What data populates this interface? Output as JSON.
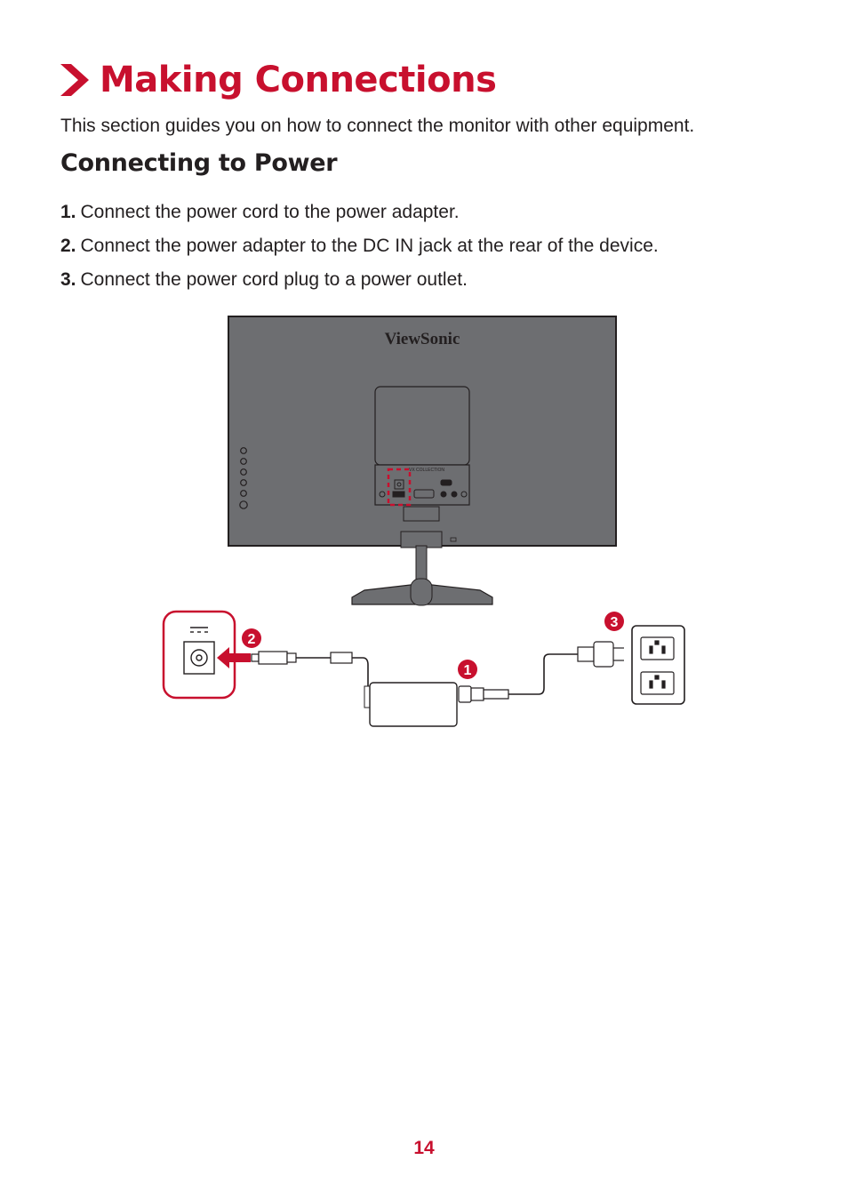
{
  "page": {
    "title": "Making Connections",
    "intro": "This section guides you on how to connect the monitor with other equipment.",
    "subtitle": "Connecting to Power",
    "steps": [
      {
        "num": "1.",
        "text": "Connect the power cord to the power adapter."
      },
      {
        "num": "2.",
        "text": "Connect the power adapter to the DC IN jack at the rear of the device."
      },
      {
        "num": "3.",
        "text": "Connect the power cord plug to a power outlet."
      }
    ],
    "page_number": "14"
  },
  "illustration": {
    "brand_logo": "ViewSonic",
    "collection_label": "VX COLLECTION",
    "callouts": [
      "1",
      "2",
      "3"
    ],
    "icons": [
      "chevron-right-icon",
      "dc-in-icon",
      "arrow-left-icon",
      "power-outlet-icon"
    ]
  },
  "colors": {
    "accent": "#c8102e",
    "monitor_body": "#6d6e71",
    "text": "#231f20"
  }
}
